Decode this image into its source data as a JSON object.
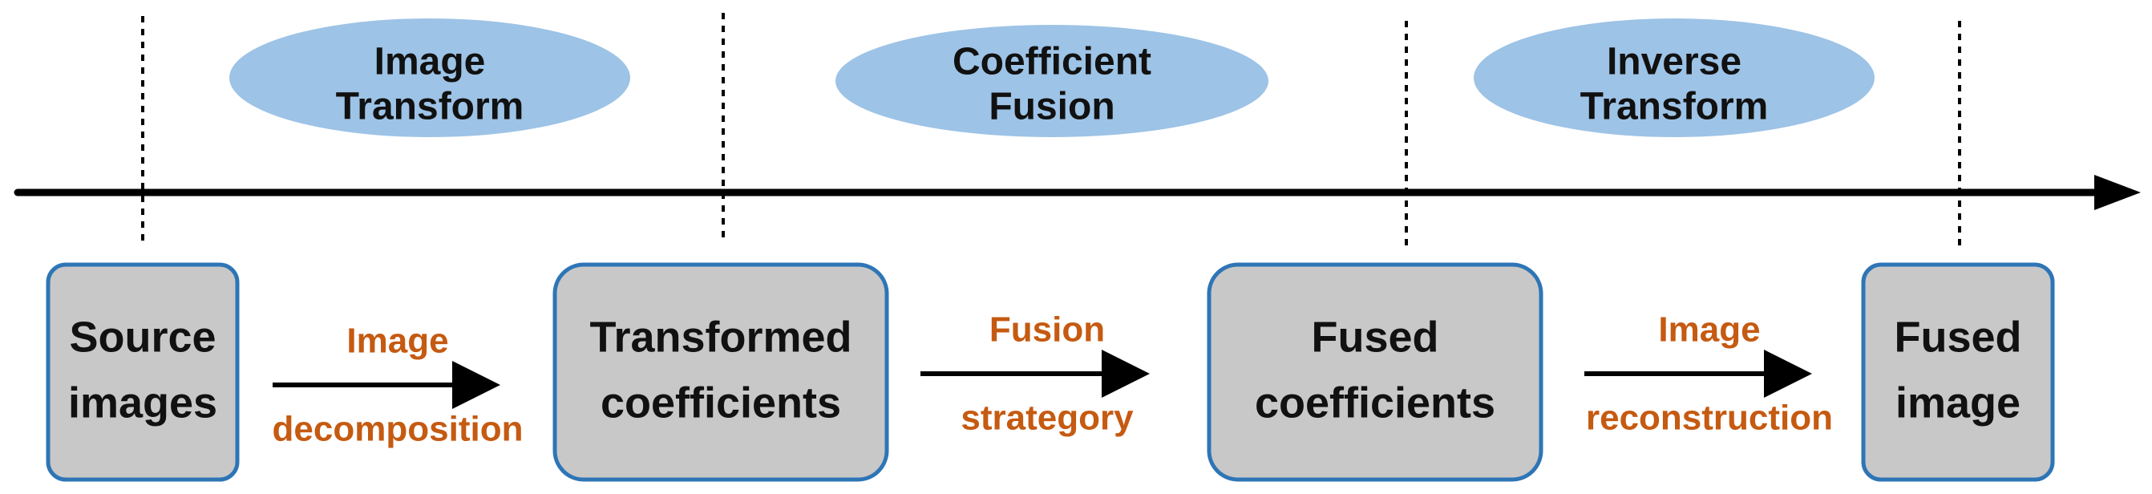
{
  "colors": {
    "ellipse_fill": "#9DC3E6",
    "box_fill": "#C8C8C8",
    "box_border": "#2E75B6",
    "operation_text": "#C55A11",
    "line": "#000000"
  },
  "stages": [
    {
      "line1": "Image",
      "line2": "Transform"
    },
    {
      "line1": "Coefficient",
      "line2": "Fusion"
    },
    {
      "line1": "Inverse",
      "line2": "Transform"
    }
  ],
  "boxes": [
    {
      "line1": "Source",
      "line2": "images"
    },
    {
      "line1": "Transformed",
      "line2": "coefficients"
    },
    {
      "line1": "Fused",
      "line2": "coefficients"
    },
    {
      "line1": "Fused",
      "line2": "image"
    }
  ],
  "operations": [
    {
      "line1": "Image",
      "line2": "decomposition"
    },
    {
      "line1": "Fusion",
      "line2": "strategory"
    },
    {
      "line1": "Image",
      "line2": "reconstruction"
    }
  ]
}
